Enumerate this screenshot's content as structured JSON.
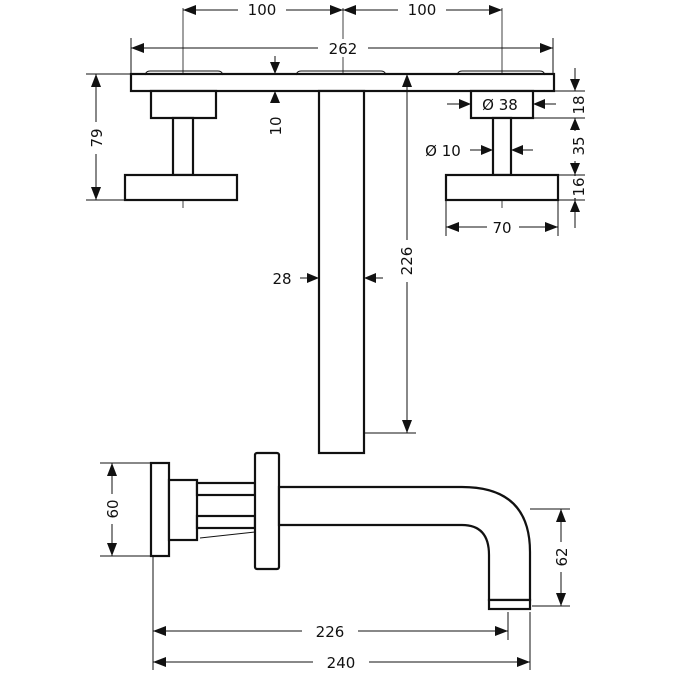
{
  "dimensions": {
    "top_spacing_left": "100",
    "top_spacing_right": "100",
    "overall_width": "262",
    "plate_thickness": "10",
    "handle_height": "79",
    "diameter_38": "Ø 38",
    "height_18": "18",
    "diameter_10": "Ø 10",
    "height_35": "35",
    "height_16": "16",
    "handle_width": "70",
    "spout_width": "28",
    "spout_length": "226",
    "side_rosette": "60",
    "side_spout_drop": "62",
    "side_projection": "226",
    "side_overall": "240"
  }
}
